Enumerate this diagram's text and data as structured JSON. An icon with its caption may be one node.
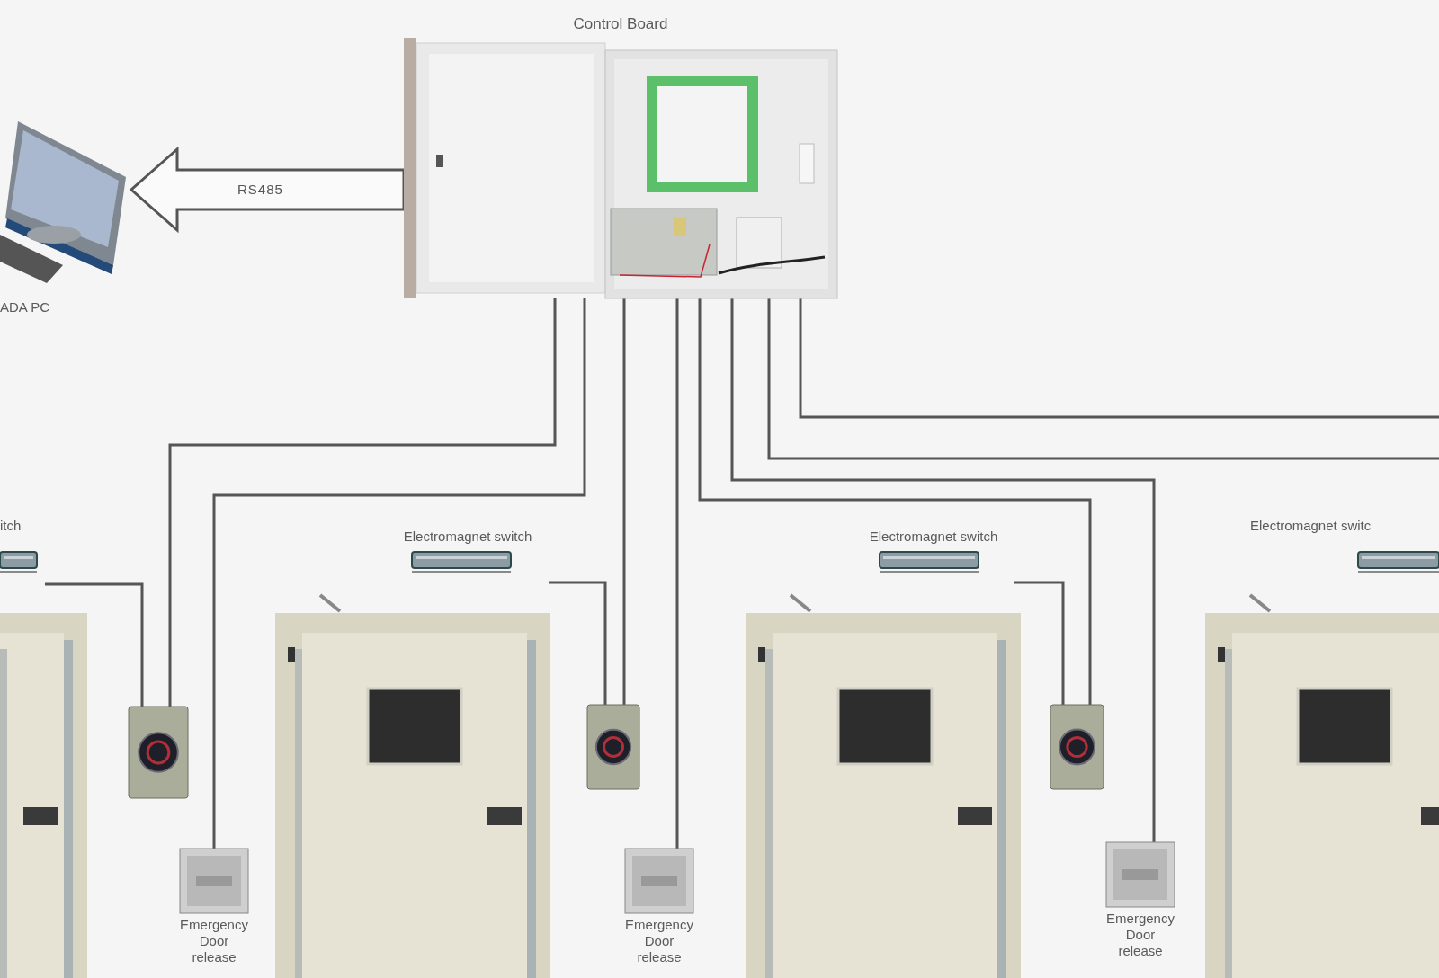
{
  "diagram": {
    "nodes": [
      {
        "text": [
          "Control Board"
        ]
      },
      {
        "text": [
          "ADA PC"
        ]
      },
      {
        "text": [
          "itch"
        ]
      },
      {
        "text": [],
        "shape": "picture"
      },
      {
        "text": [
          "Emergency Door release"
        ]
      },
      {
        "text": [
          "Electromagnet switch"
        ]
      },
      {
        "text": [],
        "shape": "picture"
      },
      {
        "text": [
          "Emergency Door release"
        ]
      },
      {
        "text": [
          "Electromagnet switch"
        ]
      },
      {
        "text": [],
        "shape": "picture"
      },
      {
        "text": [
          "Emergency Door release"
        ]
      },
      {
        "text": [
          "Electromagnet switc"
        ]
      }
    ],
    "edges": [
      {
        "from": 0,
        "to": 1,
        "arrow": "to",
        "label": "RS485",
        "style": "thick"
      },
      {
        "from": 0,
        "to": 3,
        "arrow": "none"
      },
      {
        "from": 0,
        "to": 4,
        "arrow": "none"
      },
      {
        "from": 0,
        "to": 6,
        "arrow": "none"
      },
      {
        "from": 0,
        "to": 7,
        "arrow": "none"
      },
      {
        "from": 0,
        "to": 9,
        "arrow": "none"
      },
      {
        "from": 0,
        "to": 10,
        "arrow": "none"
      },
      {
        "from": 0,
        "to": null,
        "arrow": "none"
      },
      {
        "from": 0,
        "to": null,
        "arrow": "none"
      },
      {
        "from": 2,
        "to": 3,
        "arrow": "none"
      },
      {
        "from": 5,
        "to": 6,
        "arrow": "none"
      },
      {
        "from": 8,
        "to": 9,
        "arrow": "none"
      }
    ]
  }
}
